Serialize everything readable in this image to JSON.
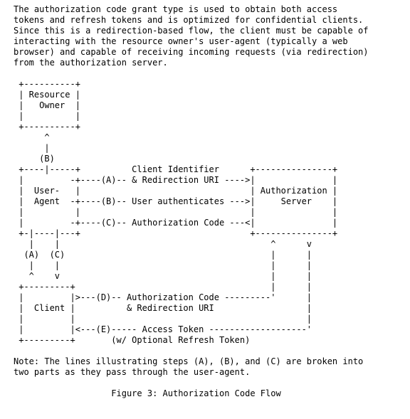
{
  "intro": [
    "The authorization code grant type is used to obtain both access",
    "tokens and refresh tokens and is optimized for confidential clients.",
    "Since this is a redirection-based flow, the client must be capable of",
    "interacting with the resource owner's user-agent (typically a web",
    "browser) and capable of receiving incoming requests (via redirection)",
    "from the authorization server."
  ],
  "diagram": [
    " +----------+",
    " | Resource |",
    " |   Owner  |",
    " |          |",
    " +----------+",
    "      ^",
    "      |",
    "     (B)",
    " +----|-----+          Client Identifier      +---------------+",
    " |         -+----(A)-- & Redirection URI ---->|               |",
    " |  User-   |                                 | Authorization |",
    " |  Agent  -+----(B)-- User authenticates --->|     Server    |",
    " |          |                                 |               |",
    " |         -+----(C)-- Authorization Code ---<|               |",
    " +-|----|---+                                 +---------------+",
    "   |    |                                         ^      v",
    "  (A)  (C)                                        |      |",
    "   |    |                                         |      |",
    "   ^    v                                         |      |",
    " +---------+                                      |      |",
    " |         |>---(D)-- Authorization Code ---------'      |",
    " |  Client |          & Redirection URI                  |",
    " |         |                                             |",
    " |         |<---(E)----- Access Token -------------------'",
    " +---------+       (w/ Optional Refresh Token)"
  ],
  "note": [
    "Note: The lines illustrating steps (A), (B), and (C) are broken into",
    "two parts as they pass through the user-agent."
  ],
  "caption": "                   Figure 3: Authorization Code Flow"
}
